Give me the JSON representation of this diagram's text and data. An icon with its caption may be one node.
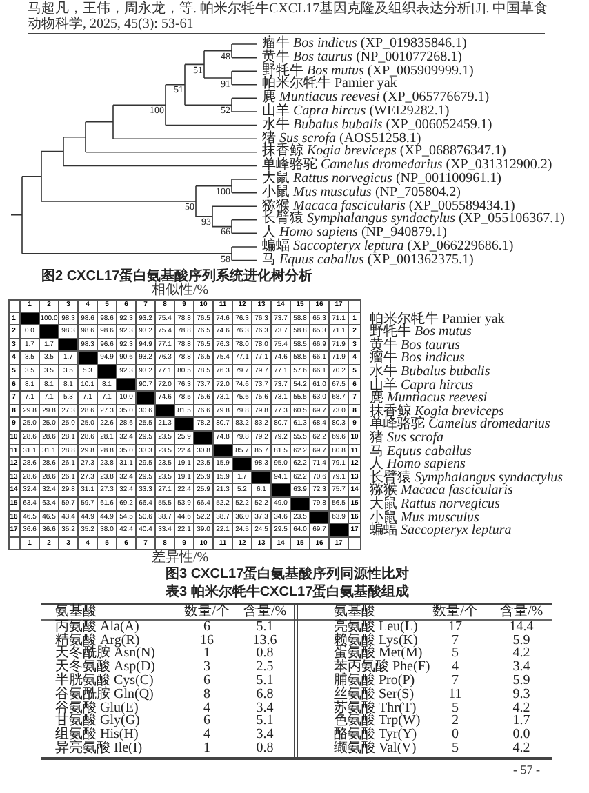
{
  "diagram": {
    "labels": [
      "马超凡，王伟，周永龙，等. 帕米尔牦牛CXCL17基因克隆及组织表达分析[J]. 中国草食动物科学, 2025, 45(3): 53-61",
      "瘤牛 *Bos indicus* (XP_019835846.1)",
      "黄牛 *Bos taurus* (NP_001077268.1)",
      "野牦牛 *Bos mutus* (XP_005909999.1)",
      "帕米尔牦牛 Pamier yak",
      "麂 *Muntiacus reevesi* (XP_065776679.1)",
      "山羊 *Capra hircus* (WEI29282.1)",
      "水牛 *Bubalus bubalis* (XP_006052459.1)",
      "猪 *Sus scrofa* (AOS51258.1)",
      "抹香鲸 *Kogia breviceps* (XP_068876347.1)",
      "单峰骆驼 *Camelus dromedarius* (XP_031312900.2)",
      "大鼠 *Rattus norvegicus* (NP_001100961.1)",
      "小鼠 *Mus musculus* (NP_705804.2)",
      "猕猴 *Macaca fascicularis* (XP_005589434.1)",
      "长臂猿 *Symphalangus syndactylus* (XP_055106367.1)",
      "人 *Homo sapiens* (NP_940879.1)",
      "蝙蝠 *Saccopteryx leptura* (XP_066229686.1)",
      "马 *Equus caballus* (XP_001362375.1)",
      "48",
      "51",
      "91",
      "51",
      "100",
      "52",
      "100",
      "50",
      "93",
      "66",
      "58",
      "图2 CXCL17蛋白氨基酸序列系统进化树分析",
      "相似性/%",
      "1",
      "2",
      "3",
      "4",
      "5",
      "6",
      "7",
      "8",
      "9",
      "10",
      "11",
      "12",
      "13",
      "14",
      "15",
      "16",
      "17",
      "1",
      "100.0",
      "98.3",
      "98.6",
      "98.6",
      "92.3",
      "93.2",
      "75.4",
      "78.8",
      "76.5",
      "74.6",
      "76.3",
      "76.3",
      "73.7",
      "58.8",
      "65.3",
      "71.1",
      "1",
      "帕米尔牦牛 Pamier yak",
      "2",
      "0.0",
      "98.3",
      "98.6",
      "98.6",
      "92.3",
      "93.2",
      "75.4",
      "78.8",
      "76.5",
      "74.6",
      "76.3",
      "76.3",
      "73.7",
      "58.8",
      "65.3",
      "71.1",
      "2",
      "野牦牛 *Bos mutus*",
      "3",
      "1.7",
      "1.7",
      "98.3",
      "96.6",
      "92.3",
      "94.9",
      "77.1",
      "78.8",
      "76.5",
      "76.3",
      "78.0",
      "78.0",
      "75.4",
      "58.5",
      "66.9",
      "71.9",
      "3",
      "黄牛 *Bos taurus*",
      "4",
      "3.5",
      "3.5",
      "1.7",
      "94.9",
      "90.6",
      "93.2",
      "76.3",
      "78.8",
      "76.5",
      "75.4",
      "77.1",
      "77.1",
      "74.6",
      "58.5",
      "66.1",
      "71.9",
      "4",
      "瘤牛 *Bos indicus*",
      "5",
      "3.5",
      "3.5",
      "3.5",
      "5.3",
      "92.3",
      "93.2",
      "77.1",
      "80.5",
      "78.5",
      "76.3",
      "79.7",
      "79.7",
      "77.1",
      "57.6",
      "66.1",
      "70.2",
      "5",
      "水牛 *Bubalus bubalis*",
      "6",
      "8.1",
      "8.1",
      "8.1",
      "10.1",
      "8.1",
      "90.7",
      "72.0",
      "76.3",
      "73.7",
      "72.0",
      "74.6",
      "73.7",
      "73.7",
      "54.2",
      "61.0",
      "67.5",
      "6",
      "山羊 *Capra hircus*",
      "7",
      "7.1",
      "7.1",
      "5.3",
      "7.1",
      "7.1",
      "10.0",
      "74.6",
      "78.5",
      "75.6",
      "73.1",
      "75.6",
      "75.6",
      "73.1",
      "55.5",
      "63.0",
      "68.7",
      "7",
      "麂 *Muntiacus reevesi*",
      "8",
      "29.8",
      "29.8",
      "27.3",
      "28.6",
      "27.3",
      "35.0",
      "30.6",
      "81.5",
      "76.6",
      "79.8",
      "79.8",
      "79.8",
      "77.3",
      "60.5",
      "69.7",
      "73.0",
      "8",
      "抹香鲸 *Kogia breviceps*",
      "9",
      "25.0",
      "25.0",
      "25.0",
      "25.0",
      "22.6",
      "28.6",
      "25.5",
      "21.3",
      "78.2",
      "80.7",
      "83.2",
      "83.2",
      "80.7",
      "61.3",
      "68.4",
      "80.3",
      "9",
      "单峰骆驼 *Camelus dromedarius*",
      "10",
      "28.6",
      "28.6",
      "28.1",
      "28.6",
      "28.1",
      "32.4",
      "29.5",
      "23.5",
      "25.9",
      "74.8",
      "79.8",
      "79.2",
      "79.2",
      "55.5",
      "62.2",
      "69.6",
      "10",
      "猪 *Sus scrofa*",
      "11",
      "31.1",
      "31.1",
      "28.8",
      "29.8",
      "28.8",
      "35.0",
      "33.3",
      "23.5",
      "22.4",
      "30.8",
      "85.7",
      "85.7",
      "81.5",
      "62.2",
      "69.7",
      "80.8",
      "11",
      "马 *Equus caballus*",
      "12",
      "28.6",
      "28.6",
      "26.1",
      "27.3",
      "23.8",
      "31.1",
      "29.5",
      "23.5",
      "19.1",
      "23.5",
      "15.9",
      "98.3",
      "95.0",
      "62.2",
      "71.4",
      "79.1",
      "12",
      "人 *Homo sapiens*",
      "13",
      "28.6",
      "28.6",
      "26.1",
      "27.3",
      "23.8",
      "32.4",
      "29.5",
      "23.5",
      "19.1",
      "25.9",
      "15.9",
      "1.7",
      "94.1",
      "62.2",
      "70.6",
      "79.1",
      "13",
      "长臂猿 *Symphalangus syndactylus*",
      "14",
      "32.4",
      "32.4",
      "29.8",
      "31.1",
      "27.3",
      "32.4",
      "33.3",
      "27.1",
      "22.4",
      "25.9",
      "21.3",
      "5.2",
      "6.1",
      "63.9",
      "72.3",
      "75.7",
      "14",
      "猕猴 *Macaca fascicularis*",
      "15",
      "63.4",
      "63.4",
      "59.7",
      "59.7",
      "61.6",
      "69.2",
      "66.4",
      "55.5",
      "53.9",
      "66.4",
      "52.2",
      "52.2",
      "52.2",
      "49.0",
      "79.8",
      "56.5",
      "15",
      "大鼠 *Rattus norvegicus*",
      "16",
      "46.5",
      "46.5",
      "43.4",
      "44.9",
      "44.9",
      "54.5",
      "50.6",
      "38.7",
      "44.6",
      "52.2",
      "38.7",
      "36.0",
      "37.3",
      "34.6",
      "23.5",
      "63.9",
      "16",
      "小鼠 *Mus musculus*",
      "17",
      "36.6",
      "36.6",
      "35.2",
      "35.2",
      "38.0",
      "42.4",
      "40.4",
      "33.4",
      "22.1",
      "39.0",
      "22.1",
      "24.5",
      "24.5",
      "29.5",
      "64.0",
      "69.7",
      "17",
      "蝙蝠 *Saccopteryx leptura*",
      "1",
      "2",
      "3",
      "4",
      "5",
      "6",
      "7",
      "8",
      "9",
      "10",
      "11",
      "12",
      "13",
      "14",
      "15",
      "16",
      "17",
      "差异性/%",
      "图3 CXCL17蛋白氨基酸序列同源性比对",
      "表3 帕米尔牦牛CXCL17蛋白氨基酸组成",
      "氨基酸",
      "数量/个",
      "含量/%",
      "氨基酸",
      "数量/个",
      "含量/%",
      "丙氨酸 Ala(A)",
      "6",
      "5.1",
      "亮氨酸 Leu(L)",
      "17",
      "14.4",
      "精氨酸 Arg(R)",
      "16",
      "13.6",
      "赖氨酸 Lys(K)",
      "7",
      "5.9",
      "天冬酰胺 Asn(N)",
      "1",
      "0.8",
      "蛋氨酸 Met(M)",
      "5",
      "4.2",
      "天冬氨酸 Asp(D)",
      "3",
      "2.5",
      "苯丙氨酸 Phe(F)",
      "4",
      "3.4",
      "半胱氨酸 Cys(C)",
      "6",
      "5.1",
      "脯氨酸 Pro(P)",
      "7",
      "5.9",
      "谷氨酰胺 Gln(Q)",
      "8",
      "6.8",
      "丝氨酸 Ser(S)",
      "11",
      "9.3",
      "谷氨酸 Glu(E)",
      "4",
      "3.4",
      "苏氨酸 Thr(T)",
      "5",
      "4.2",
      "甘氨酸 Gly(G)",
      "6",
      "5.1",
      "色氨酸 Trp(W)",
      "2",
      "1.7",
      "组氨酸 His(H)",
      "4",
      "3.4",
      "酪氨酸 Tyr(Y)",
      "0",
      "0.0",
      "异亮氨酸 Ile(I)",
      "1",
      "0.8",
      "缬氨酸 Val(V)",
      "5",
      "4.2",
      "- 57 -"
    ]
  }
}
